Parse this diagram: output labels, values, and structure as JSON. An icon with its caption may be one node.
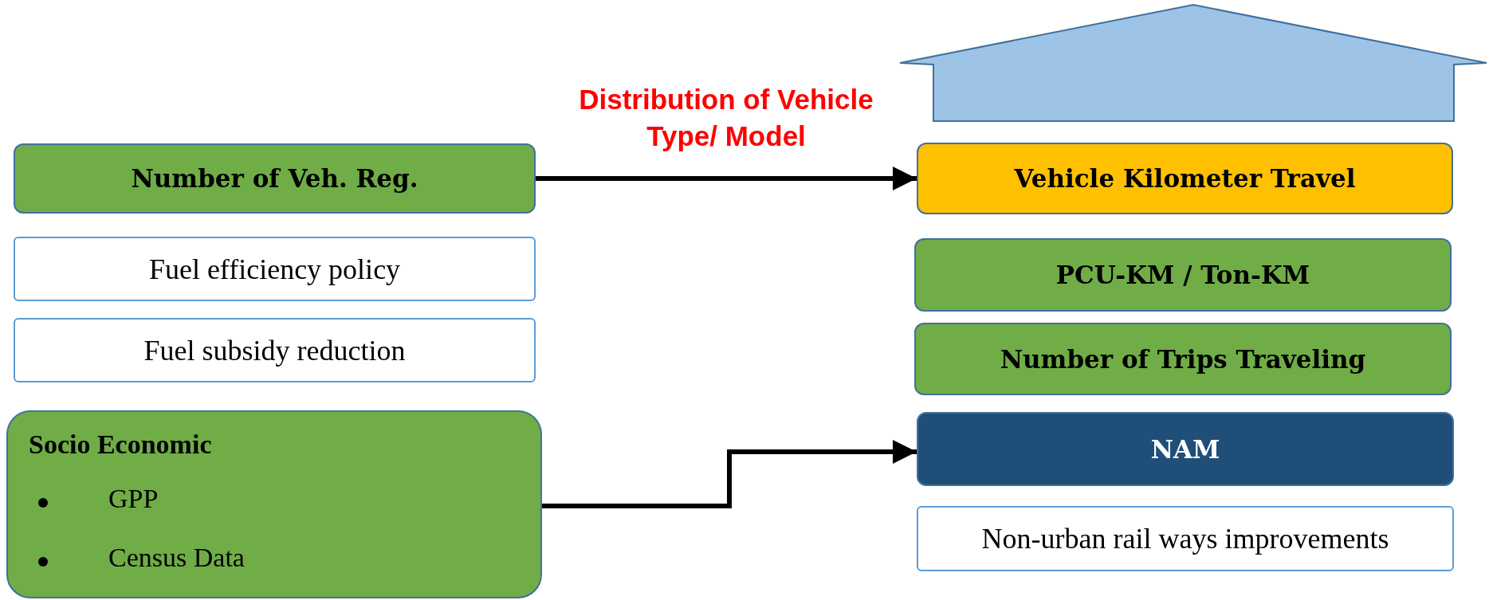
{
  "diagram": {
    "nodes": [
      {
        "text": [
          "Number of Veh. Reg."
        ]
      },
      {
        "text": [
          "Fuel efficiency policy"
        ]
      },
      {
        "text": [
          "Fuel subsidy reduction"
        ]
      },
      {
        "text": [
          "Socio Economic",
          "GPP",
          "Census Data"
        ]
      },
      {
        "text": [
          "Vehicle Kilometer Travel"
        ]
      },
      {
        "text": [
          "PCU-KM / Ton-KM"
        ]
      },
      {
        "text": [
          "Number of Trips Traveling"
        ]
      },
      {
        "text": [
          "NAM"
        ]
      },
      {
        "text": [
          "Non-urban rail ways improvements"
        ]
      }
    ],
    "edges": [
      {
        "from": 0,
        "to": 4,
        "arrow": "to",
        "label": "Distribution of Vehicle Type/ Model"
      },
      {
        "from": 3,
        "to": 7,
        "arrow": "to"
      }
    ]
  }
}
